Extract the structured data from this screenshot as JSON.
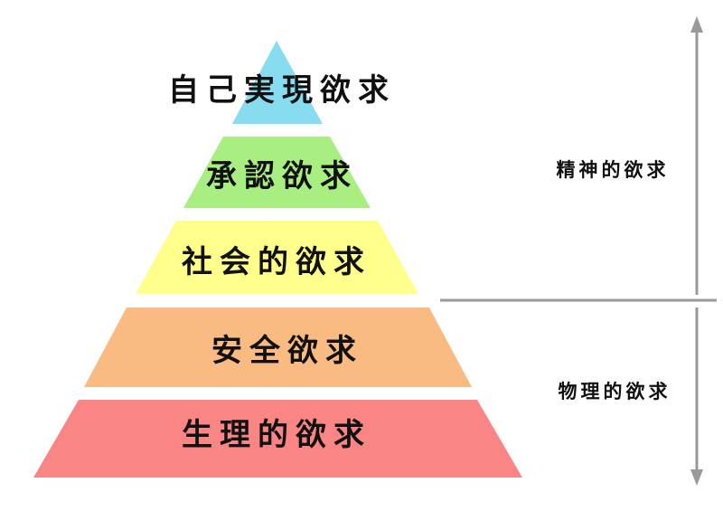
{
  "pyramid": {
    "tiers": [
      {
        "label": "自己実現欲求",
        "color": "#87dcf0"
      },
      {
        "label": "承認欲求",
        "color": "#a8ee80"
      },
      {
        "label": "社会的欲求",
        "color": "#ffff8c"
      },
      {
        "label": "安全欲求",
        "color": "#f9bb82"
      },
      {
        "label": "生理的欲求",
        "color": "#f98585"
      }
    ]
  },
  "side_groups": {
    "upper": {
      "label": "精神的欲求"
    },
    "lower": {
      "label": "物理的欲求"
    }
  },
  "axis_color": "#9a9a9a"
}
